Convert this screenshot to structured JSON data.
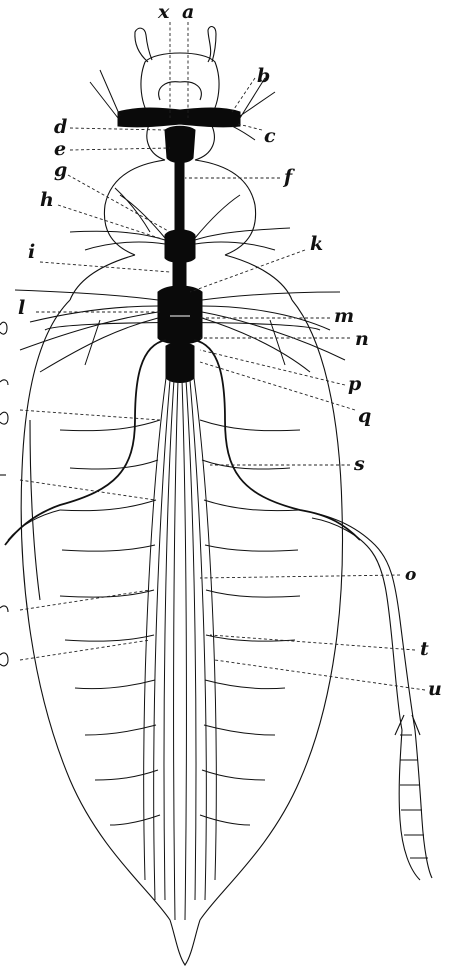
{
  "figure": {
    "labels": [
      {
        "id": "x",
        "text": "x"
      },
      {
        "id": "a",
        "text": "a"
      },
      {
        "id": "b",
        "text": "b"
      },
      {
        "id": "c",
        "text": "c"
      },
      {
        "id": "d",
        "text": "d"
      },
      {
        "id": "e",
        "text": "e"
      },
      {
        "id": "f",
        "text": "f"
      },
      {
        "id": "g",
        "text": "g"
      },
      {
        "id": "h",
        "text": "h"
      },
      {
        "id": "i",
        "text": "i"
      },
      {
        "id": "k",
        "text": "k"
      },
      {
        "id": "l",
        "text": "l"
      },
      {
        "id": "m",
        "text": "m"
      },
      {
        "id": "n",
        "text": "n"
      },
      {
        "id": "p",
        "text": "p"
      },
      {
        "id": "q",
        "text": "q"
      },
      {
        "id": "s",
        "text": "s"
      },
      {
        "id": "o",
        "text": "o"
      },
      {
        "id": "t",
        "text": "t"
      },
      {
        "id": "u",
        "text": "u"
      }
    ]
  }
}
